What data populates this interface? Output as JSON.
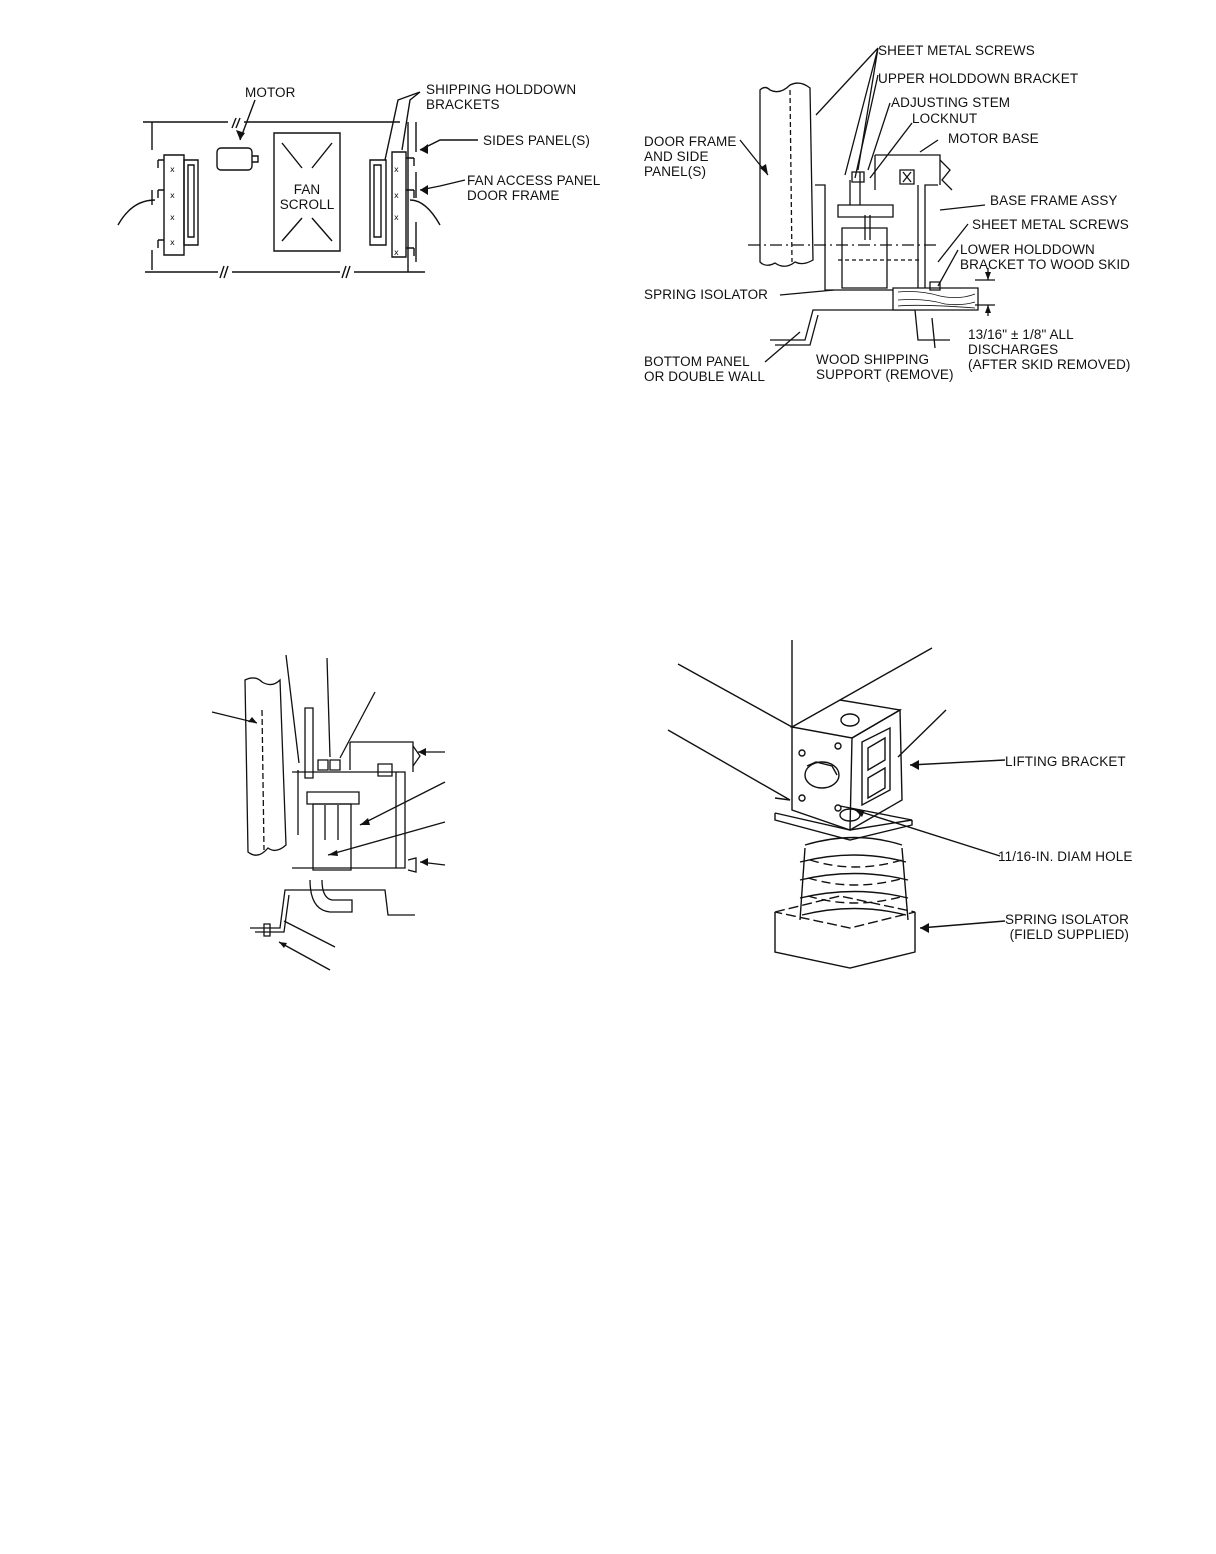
{
  "figure1": {
    "motor": "MOTOR",
    "shipping_holddown_brackets": [
      "SHIPPING HOLDDOWN",
      "BRACKETS"
    ],
    "sides_panels": "SIDES PANEL(S)",
    "fan_access_panel": [
      "FAN ACCESS PANEL",
      "DOOR FRAME"
    ],
    "fan_scroll": [
      "FAN",
      "SCROLL"
    ]
  },
  "figure2": {
    "sheet_metal_screws_top": "SHEET METAL SCREWS",
    "upper_holddown_bracket": "UPPER HOLDDOWN BRACKET",
    "adjusting_stem": "ADJUSTING STEM",
    "locknut": "LOCKNUT",
    "motor_base": "MOTOR BASE",
    "door_frame": [
      "DOOR FRAME",
      "AND SIDE",
      "PANEL(S)"
    ],
    "base_frame_assy": "BASE FRAME ASSY",
    "sheet_metal_screws_side": "SHEET METAL SCREWS",
    "lower_holddown_bracket": [
      "LOWER HOLDDOWN",
      "BRACKET TO WOOD SKID"
    ],
    "spring_isolator": "SPRING ISOLATOR",
    "dimension": [
      "13/16\" ± 1/8\" ALL",
      "DISCHARGES",
      "(AFTER SKID REMOVED)"
    ],
    "bottom_panel": [
      "BOTTOM PANEL",
      "OR DOUBLE WALL"
    ],
    "wood_shipping_support": [
      "WOOD SHIPPING",
      "SUPPORT (REMOVE)"
    ]
  },
  "figure4": {
    "lifting_bracket": "LIFTING BRACKET",
    "diam_hole": "11/16-IN. DIAM HOLE",
    "spring_isolator": [
      "SPRING ISOLATOR",
      "(FIELD SUPPLIED)"
    ]
  }
}
